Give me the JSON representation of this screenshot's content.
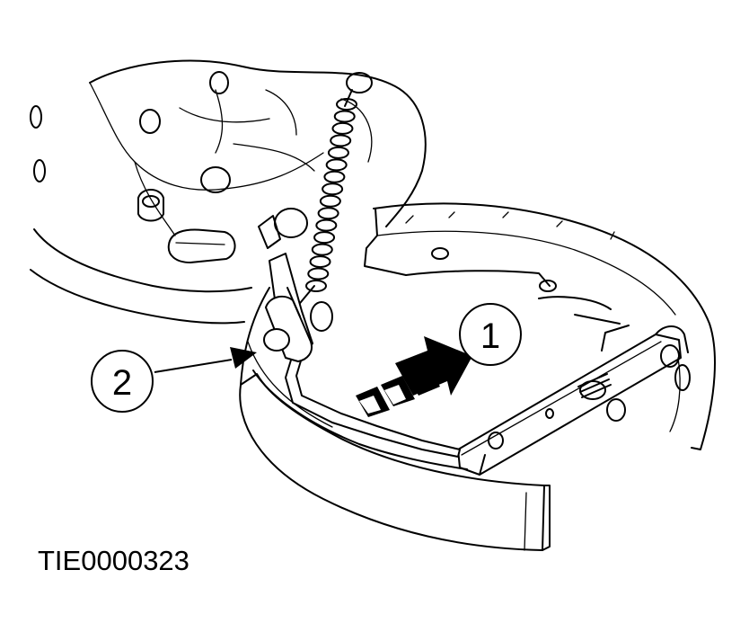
{
  "callouts": [
    {
      "label": "1"
    },
    {
      "label": "2"
    }
  ],
  "figure_id": "TIE0000323",
  "icons": {
    "direction_arrow": "striped-direction-arrow-icon",
    "pointer_arrow": "pointer-arrow-icon"
  }
}
